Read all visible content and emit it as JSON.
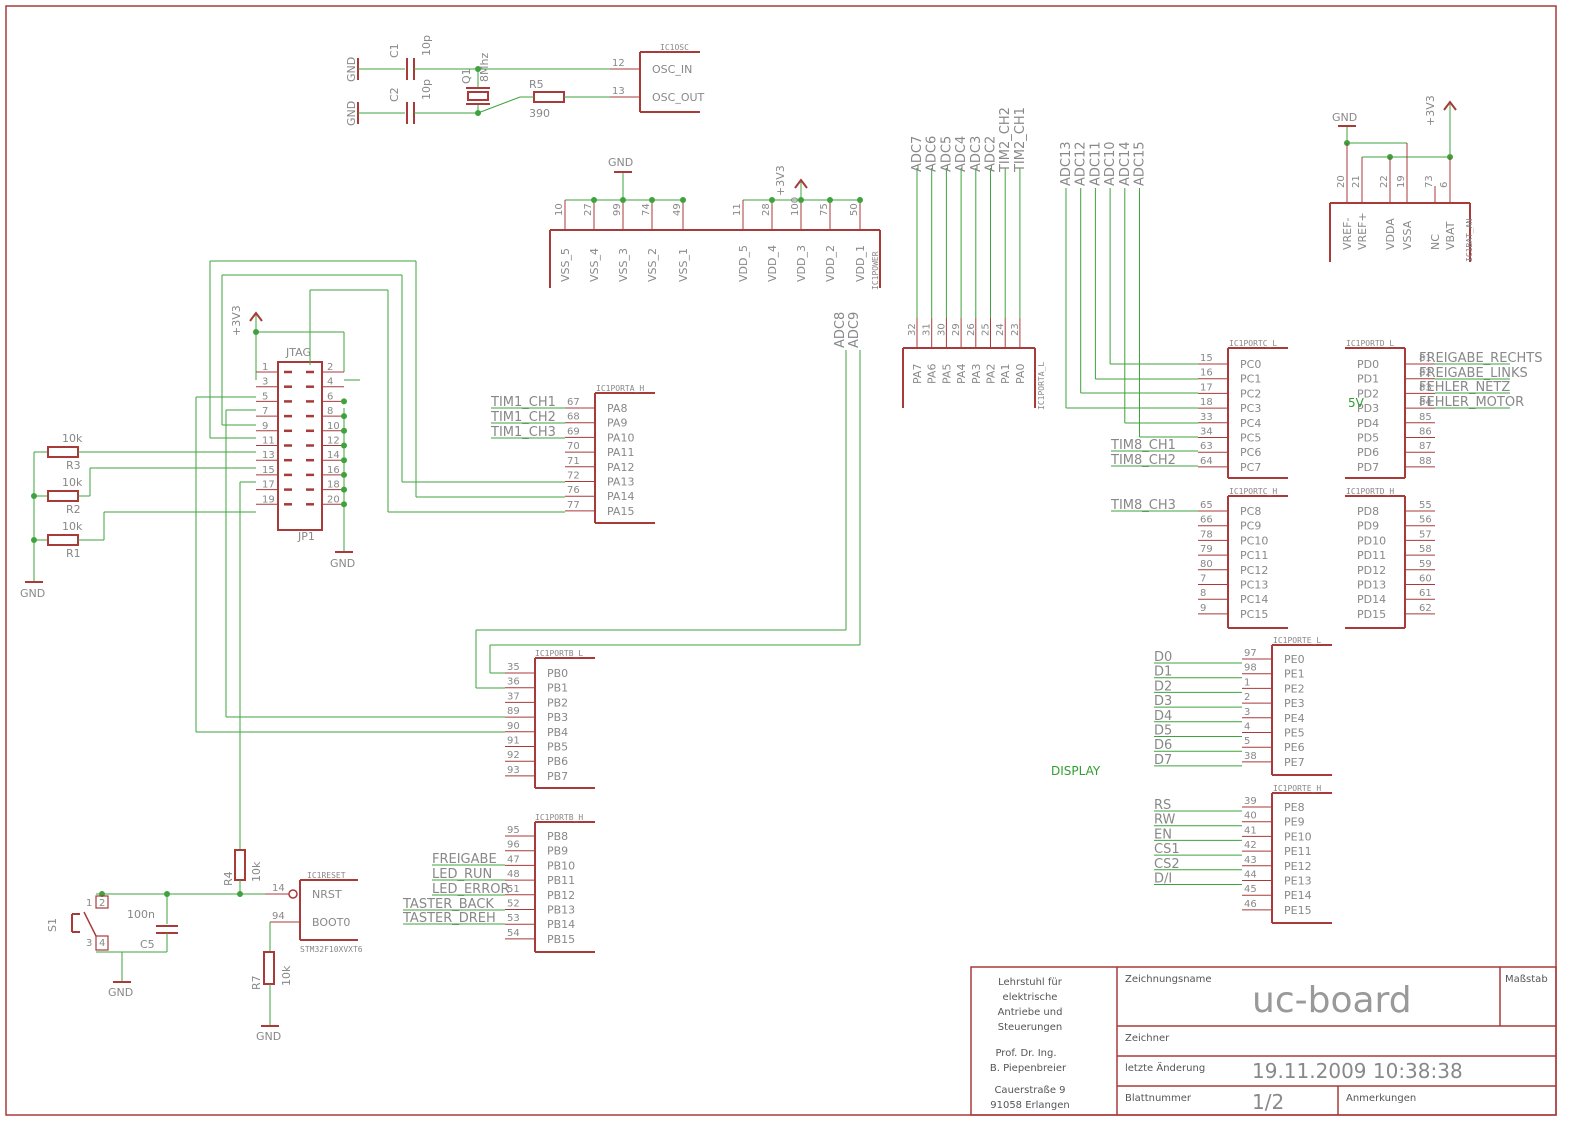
{
  "osc": {
    "name": "IC1OSC",
    "pins": [
      {
        "num": "12",
        "name": "OSC_IN"
      },
      {
        "num": "13",
        "name": "OSC_OUT"
      }
    ],
    "c1": {
      "ref": "C1",
      "value": "10p"
    },
    "c2": {
      "ref": "C2",
      "value": "10p"
    },
    "q1": {
      "ref": "Q1",
      "value": "8Mhz"
    },
    "r5": {
      "ref": "R5",
      "value": "390"
    },
    "gnd": "GND"
  },
  "power": {
    "name": "IC1POWER",
    "gnd": "GND",
    "vcc": "+3V3",
    "pins": [
      {
        "num": "10",
        "name": "VSS_5"
      },
      {
        "num": "27",
        "name": "VSS_4"
      },
      {
        "num": "99",
        "name": "VSS_3"
      },
      {
        "num": "74",
        "name": "VSS_2"
      },
      {
        "num": "49",
        "name": "VSS_1"
      },
      {
        "num": "11",
        "name": "VDD_5"
      },
      {
        "num": "28",
        "name": "VDD_4"
      },
      {
        "num": "100",
        "name": "VDD_3"
      },
      {
        "num": "75",
        "name": "VDD_2"
      },
      {
        "num": "50",
        "name": "VDD_1"
      }
    ]
  },
  "an": {
    "name": "IC1BAT_AN",
    "gnd": "GND",
    "vcc": "+3V3",
    "pins": [
      {
        "num": "20",
        "name": "VREF-"
      },
      {
        "num": "21",
        "name": "VREF+"
      },
      {
        "num": "22",
        "name": "VDDA"
      },
      {
        "num": "19",
        "name": "VSSA"
      },
      {
        "num": "73",
        "name": "NC"
      },
      {
        "num": "6",
        "name": "VBAT"
      }
    ]
  },
  "jtag": {
    "name": "JTAG",
    "ref": "JP1",
    "vcc": "+3V3",
    "gnd": "GND",
    "left": [
      "1",
      "3",
      "5",
      "7",
      "9",
      "11",
      "13",
      "15",
      "17",
      "19"
    ],
    "right": [
      "2",
      "4",
      "6",
      "8",
      "10",
      "12",
      "14",
      "16",
      "18",
      "20"
    ]
  },
  "resistors": [
    {
      "ref": "R3",
      "value": "10k"
    },
    {
      "ref": "R2",
      "value": "10k"
    },
    {
      "ref": "R1",
      "value": "10k"
    }
  ],
  "gnd_left": "GND",
  "porta_h": {
    "name": "IC1PORTA_H",
    "signals": [
      "TIM1_CH1",
      "TIM1_CH2",
      "TIM1_CH3"
    ],
    "pins": [
      {
        "num": "67",
        "name": "PA8"
      },
      {
        "num": "68",
        "name": "PA9"
      },
      {
        "num": "69",
        "name": "PA10"
      },
      {
        "num": "70",
        "name": "PA11"
      },
      {
        "num": "71",
        "name": "PA12"
      },
      {
        "num": "72",
        "name": "PA13"
      },
      {
        "num": "76",
        "name": "PA14"
      },
      {
        "num": "77",
        "name": "PA15"
      }
    ]
  },
  "adc89": [
    "ADC8",
    "ADC9"
  ],
  "porta_l": {
    "name": "IC1PORTA_L",
    "signals": [
      "ADC7",
      "ADC6",
      "ADC5",
      "ADC4",
      "ADC3",
      "ADC2",
      "TIM2_CH2",
      "TIM2_CH1"
    ],
    "pins": [
      {
        "num": "32",
        "name": "PA7"
      },
      {
        "num": "31",
        "name": "PA6"
      },
      {
        "num": "30",
        "name": "PA5"
      },
      {
        "num": "29",
        "name": "PA4"
      },
      {
        "num": "26",
        "name": "PA3"
      },
      {
        "num": "25",
        "name": "PA2"
      },
      {
        "num": "24",
        "name": "PA1"
      },
      {
        "num": "23",
        "name": "PA0"
      }
    ]
  },
  "adc_c": [
    "ADC13",
    "ADC12",
    "ADC11",
    "ADC10",
    "ADC14",
    "ADC15"
  ],
  "portc_l": {
    "name": "IC1PORTC_L",
    "pins": [
      {
        "num": "15",
        "name": "PC0"
      },
      {
        "num": "16",
        "name": "PC1"
      },
      {
        "num": "17",
        "name": "PC2"
      },
      {
        "num": "18",
        "name": "PC3"
      },
      {
        "num": "33",
        "name": "PC4"
      },
      {
        "num": "34",
        "name": "PC5"
      },
      {
        "num": "63",
        "name": "PC6"
      },
      {
        "num": "64",
        "name": "PC7"
      }
    ],
    "signals": [
      "TIM8_CH1",
      "TIM8_CH2"
    ]
  },
  "portc_h": {
    "name": "IC1PORTC_H",
    "pins": [
      {
        "num": "65",
        "name": "PC8"
      },
      {
        "num": "66",
        "name": "PC9"
      },
      {
        "num": "78",
        "name": "PC10"
      },
      {
        "num": "79",
        "name": "PC11"
      },
      {
        "num": "80",
        "name": "PC12"
      },
      {
        "num": "7",
        "name": "PC13"
      },
      {
        "num": "8",
        "name": "PC14"
      },
      {
        "num": "9",
        "name": "PC15"
      }
    ],
    "signal": "TIM8_CH3"
  },
  "portd_l": {
    "name": "IC1PORTD_L",
    "pins": [
      {
        "num": "81",
        "name": "PD0"
      },
      {
        "num": "82",
        "name": "PD1"
      },
      {
        "num": "83",
        "name": "PD2"
      },
      {
        "num": "84",
        "name": "PD3"
      },
      {
        "num": "85",
        "name": "PD4"
      },
      {
        "num": "86",
        "name": "PD5"
      },
      {
        "num": "87",
        "name": "PD6"
      },
      {
        "num": "88",
        "name": "PD7"
      }
    ],
    "signals": [
      "FREIGABE_RECHTS",
      "FREIGABE_LINKS",
      "FEHLER_NETZ",
      "FEHLER_MOTOR"
    ],
    "note": "5V"
  },
  "portd_h": {
    "name": "IC1PORTD_H",
    "pins": [
      {
        "num": "55",
        "name": "PD8"
      },
      {
        "num": "56",
        "name": "PD9"
      },
      {
        "num": "57",
        "name": "PD10"
      },
      {
        "num": "58",
        "name": "PD11"
      },
      {
        "num": "59",
        "name": "PD12"
      },
      {
        "num": "60",
        "name": "PD13"
      },
      {
        "num": "61",
        "name": "PD14"
      },
      {
        "num": "62",
        "name": "PD15"
      }
    ]
  },
  "portb_l": {
    "name": "IC1PORTB_L",
    "pins": [
      {
        "num": "35",
        "name": "PB0"
      },
      {
        "num": "36",
        "name": "PB1"
      },
      {
        "num": "37",
        "name": "PB2"
      },
      {
        "num": "89",
        "name": "PB3"
      },
      {
        "num": "90",
        "name": "PB4"
      },
      {
        "num": "91",
        "name": "PB5"
      },
      {
        "num": "92",
        "name": "PB6"
      },
      {
        "num": "93",
        "name": "PB7"
      }
    ]
  },
  "portb_h": {
    "name": "IC1PORTB_H",
    "pins": [
      {
        "num": "95",
        "name": "PB8"
      },
      {
        "num": "96",
        "name": "PB9"
      },
      {
        "num": "47",
        "name": "PB10"
      },
      {
        "num": "48",
        "name": "PB11"
      },
      {
        "num": "51",
        "name": "PB12"
      },
      {
        "num": "52",
        "name": "PB13"
      },
      {
        "num": "53",
        "name": "PB14"
      },
      {
        "num": "54",
        "name": "PB15"
      }
    ],
    "signals": [
      "FREIGABE",
      "LED_RUN",
      "LED_ERROR",
      "TASTER_BACK",
      "TASTER_DREH"
    ]
  },
  "porte_l": {
    "name": "IC1PORTE_L",
    "pins": [
      {
        "num": "97",
        "name": "PE0"
      },
      {
        "num": "98",
        "name": "PE1"
      },
      {
        "num": "1",
        "name": "PE2"
      },
      {
        "num": "2",
        "name": "PE3"
      },
      {
        "num": "3",
        "name": "PE4"
      },
      {
        "num": "4",
        "name": "PE5"
      },
      {
        "num": "5",
        "name": "PE6"
      },
      {
        "num": "38",
        "name": "PE7"
      }
    ],
    "signals": [
      "D0",
      "D1",
      "D2",
      "D3",
      "D4",
      "D5",
      "D6",
      "D7"
    ]
  },
  "porte_h": {
    "name": "IC1PORTE_H",
    "pins": [
      {
        "num": "39",
        "name": "PE8"
      },
      {
        "num": "40",
        "name": "PE9"
      },
      {
        "num": "41",
        "name": "PE10"
      },
      {
        "num": "42",
        "name": "PE11"
      },
      {
        "num": "43",
        "name": "PE12"
      },
      {
        "num": "44",
        "name": "PE13"
      },
      {
        "num": "45",
        "name": "PE14"
      },
      {
        "num": "46",
        "name": "PE15"
      }
    ],
    "signals": [
      "RS",
      "RW",
      "EN",
      "CS1",
      "CS2",
      "D/I"
    ]
  },
  "display": "DISPLAY",
  "reset": {
    "name": "IC1RESET",
    "pins": [
      {
        "num": "14",
        "name": "NRST"
      },
      {
        "num": "94",
        "name": "BOOT0"
      }
    ],
    "part": "STM32F10XVXT6",
    "r4": {
      "ref": "R4",
      "value": "10k"
    },
    "r7": {
      "ref": "R7",
      "value": "10k"
    },
    "c5": {
      "ref": "C5",
      "value": "100n"
    },
    "s1": {
      "ref": "S1",
      "pins": [
        "1",
        "2",
        "3",
        "4"
      ]
    },
    "gnd": "GND"
  },
  "title_block": {
    "inst_lines": [
      "Lehrstuhl für",
      "elektrische",
      "Antriebe und",
      "Steuerungen"
    ],
    "prof_lines": [
      "Prof. Dr. Ing.",
      "B. Piepenbreier"
    ],
    "addr_lines": [
      "Cauerstraße 9",
      "91058 Erlangen"
    ],
    "name_label": "Zeichnungsname",
    "name_value": "uc-board",
    "scale_label": "Maßstab",
    "drawer_label": "Zeichner",
    "changed_label": "letzte Änderung",
    "changed_value": "19.11.2009 10:38:38",
    "sheet_label": "Blattnummer",
    "sheet_value": "1/2",
    "notes_label": "Anmerkungen"
  }
}
